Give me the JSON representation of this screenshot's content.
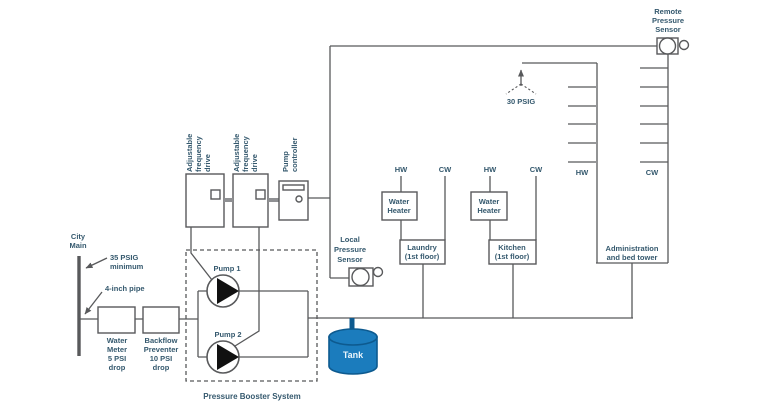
{
  "diagram": {
    "colors": {
      "line": "#58595b",
      "text": "#35596e",
      "tank_fill": "#1b7cbd",
      "tank_stroke": "#0d5a8f",
      "tank_label": "#eaf5fc",
      "background": "#ffffff"
    },
    "supply": {
      "city_main": [
        "City",
        "Main"
      ],
      "psig_min": [
        "35 PSIG",
        "minimum"
      ],
      "pipe": "4-inch pipe",
      "water_meter": [
        "Water",
        "Meter",
        "5 PSI",
        "drop"
      ],
      "backflow": [
        "Backflow",
        "Preventer",
        "10 PSI",
        "drop"
      ]
    },
    "booster": {
      "afd": [
        "Adjustable",
        "frequency",
        "drive"
      ],
      "pump_controller": [
        "Pump",
        "controller"
      ],
      "pump1": "Pump 1",
      "pump2": "Pump 2",
      "caption": "Pressure Booster System"
    },
    "sensors": {
      "local": [
        "Local",
        "Pressure",
        "Sensor"
      ],
      "remote": [
        "Remote",
        "Pressure",
        "Sensor"
      ],
      "setpoint": "30 PSIG"
    },
    "tank": "Tank",
    "distribution": {
      "hw": "HW",
      "cw": "CW",
      "water_heater": [
        "Water",
        "Heater"
      ],
      "laundry": [
        "Laundry",
        "(1st floor)"
      ],
      "kitchen": [
        "Kitchen",
        "(1st floor)"
      ],
      "admin": [
        "Administration",
        "and bed tower"
      ]
    }
  }
}
